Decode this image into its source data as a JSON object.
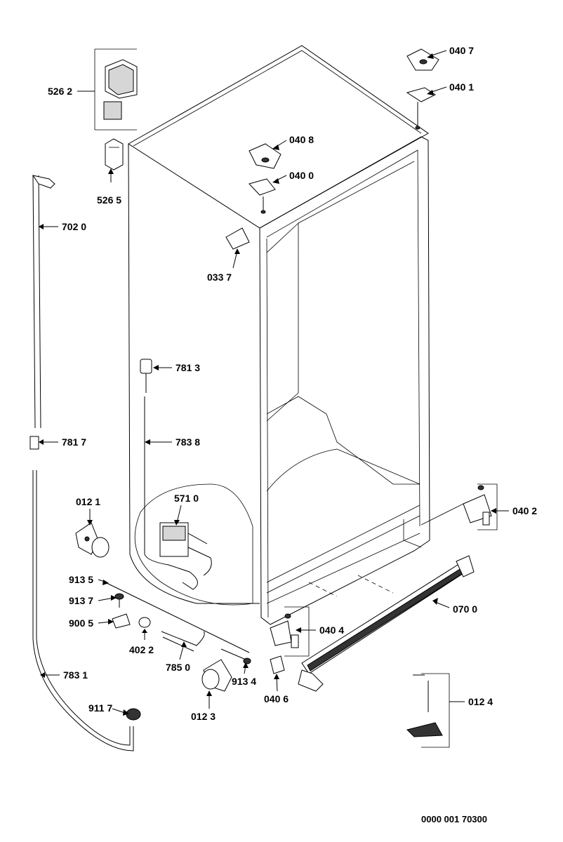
{
  "footer_code": "0000 001 70300",
  "labels": {
    "l5262": "526 2",
    "l5265": "526 5",
    "l7020": "702 0",
    "l7817": "781 7",
    "l7831": "783 1",
    "l9117": "911 7",
    "l0407": "040 7",
    "l0401": "040 1",
    "l0408": "040 8",
    "l0400": "040 0",
    "l0337": "033 7",
    "l7813": "781 3",
    "l7838": "783 8",
    "l5710": "571 0",
    "l0121": "012 1",
    "l9135": "913 5",
    "l9137": "913 7",
    "l9005": "900 5",
    "l4022": "402 2",
    "l7850": "785 0",
    "l0123": "012 3",
    "l9134": "913 4",
    "l0406": "040 6",
    "l0404": "040 4",
    "l0402": "040 2",
    "l0700": "070 0",
    "l0124": "012 4"
  }
}
